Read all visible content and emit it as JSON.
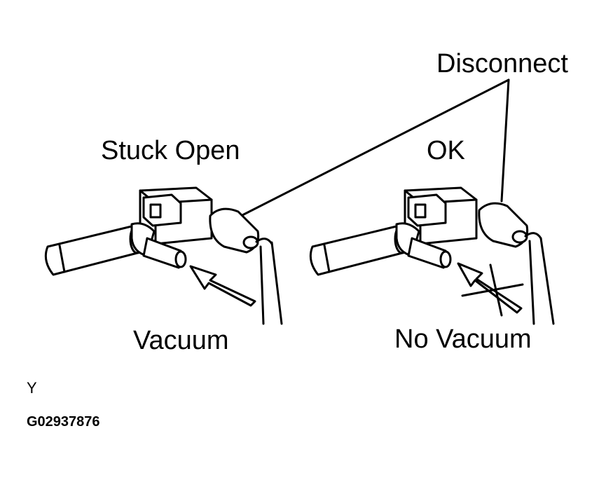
{
  "labels": {
    "disconnect": "Disconnect",
    "stuck_open": "Stuck Open",
    "ok": "OK",
    "vacuum": "Vacuum",
    "no_vacuum": "No Vacuum",
    "view_marker": "Y",
    "figure_code": "G02937876"
  }
}
